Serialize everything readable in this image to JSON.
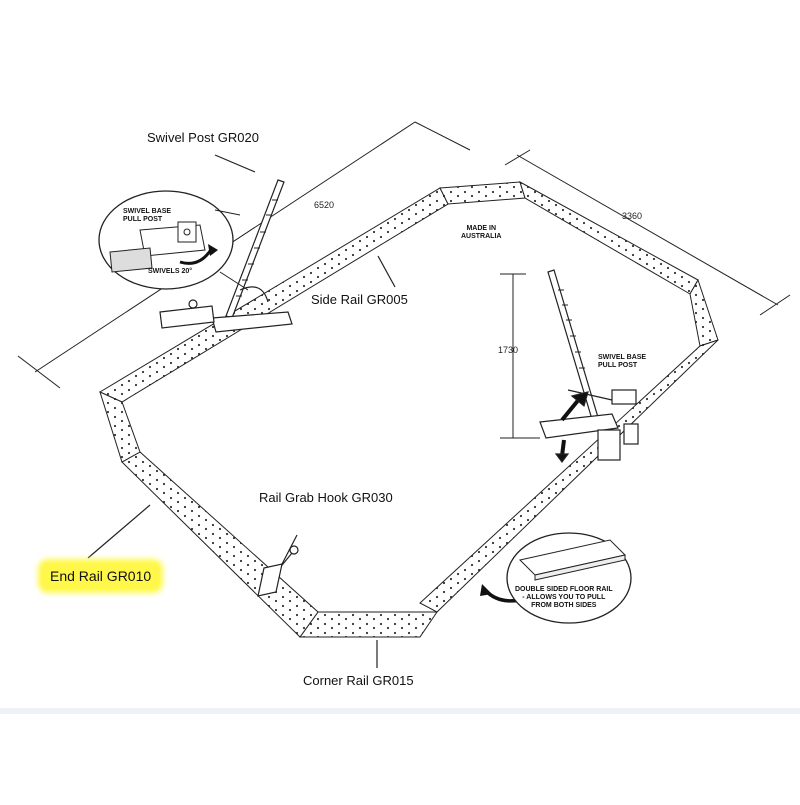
{
  "labels": {
    "swivel_post": "Swivel Post  GR020",
    "side_rail": "Side Rail  GR005",
    "rail_grab_hook": "Rail Grab Hook GR030",
    "end_rail": "End Rail  GR010",
    "corner_rail": "Corner Rail  GR015"
  },
  "dimensions": {
    "length": "6520",
    "width": "3360",
    "height": "1730"
  },
  "callouts": {
    "made_in_line1": "MADE IN",
    "made_in_line2": "AUSTRALIA",
    "swivel_base_left_line1": "SWIVEL BASE",
    "swivel_base_left_line2": "PULL POST",
    "swivels": "SWIVELS 20°",
    "swivel_base_right_line1": "SWIVEL BASE",
    "swivel_base_right_line2": "PULL POST",
    "floor_rail_line1": "DOUBLE SIDED FLOOR RAIL",
    "floor_rail_line2": "- ALLOWS YOU TO PULL",
    "floor_rail_line3": "FROM BOTH SIDES"
  },
  "highlight_color": "#fff84a"
}
